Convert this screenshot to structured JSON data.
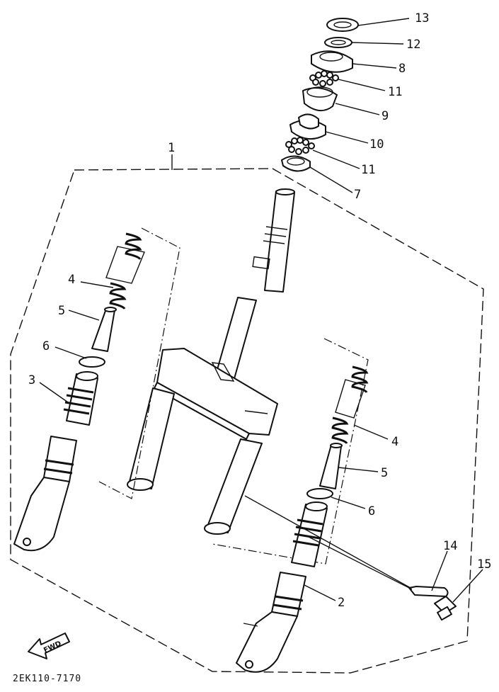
{
  "diagram": {
    "code": "2EK110-7170",
    "fwd_label": "FWD",
    "callouts": {
      "c13": "13",
      "c12": "12",
      "c8": "8",
      "c11a": "11",
      "c9": "9",
      "c10": "10",
      "c11b": "11",
      "c7": "7",
      "c1": "1",
      "c4l": "4",
      "c5l": "5",
      "c6l": "6",
      "c3": "3",
      "c4r": "4",
      "c5r": "5",
      "c6r": "6",
      "c2": "2",
      "c14": "14",
      "c15": "15"
    }
  }
}
